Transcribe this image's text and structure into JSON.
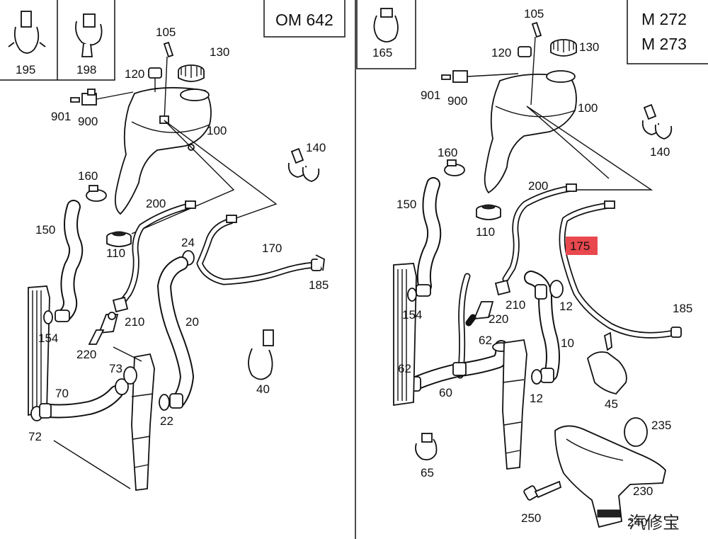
{
  "left": {
    "engine": "OM 642",
    "parts": {
      "p195": "195",
      "p198": "198",
      "p105": "105",
      "p130": "130",
      "p120": "120",
      "p901": "901",
      "p900": "900",
      "p100": "100",
      "p140": "140",
      "p160": "160",
      "p200": "200",
      "p150": "150",
      "p110": "110",
      "p24": "24",
      "p170": "170",
      "p185": "185",
      "p154": "154",
      "p210": "210",
      "p20": "20",
      "p220": "220",
      "p73": "73",
      "p40": "40",
      "p70": "70",
      "p22": "22",
      "p72": "72"
    }
  },
  "right": {
    "engine_line1": "M 272",
    "engine_line2": "M 273",
    "highlighted_part": "175",
    "parts": {
      "p165": "165",
      "p105": "105",
      "p130": "130",
      "p120": "120",
      "p901": "901",
      "p900": "900",
      "p100": "100",
      "p140": "140",
      "p160": "160",
      "p200": "200",
      "p150": "150",
      "p110": "110",
      "p185": "185",
      "p154": "154",
      "p210": "210",
      "p12a": "12",
      "p220": "220",
      "p62a": "62",
      "p10": "10",
      "p62b": "62",
      "p60": "60",
      "p12b": "12",
      "p45": "45",
      "p235": "235",
      "p65": "65",
      "p230": "230",
      "p250": "250",
      "p240": "240"
    }
  },
  "watermark": "汽修宝",
  "colors": {
    "highlight": "#e8484e",
    "line": "#111111"
  }
}
